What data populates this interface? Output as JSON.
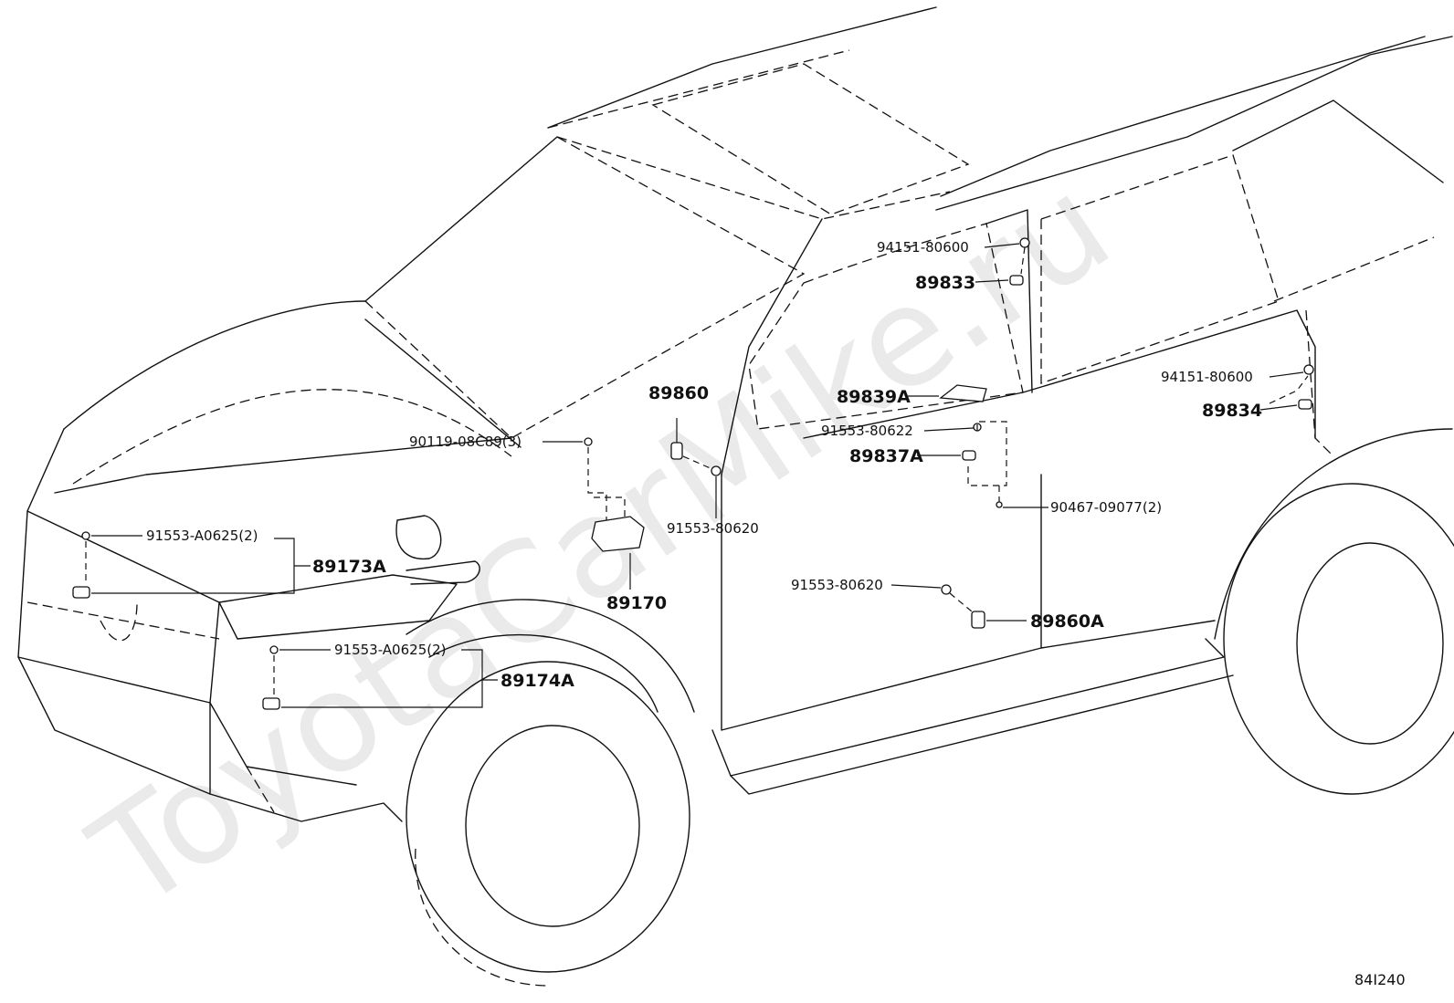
{
  "watermark": "ToyotaCarMike.ru",
  "diagram_code": "84I240",
  "labels": {
    "p94151_80600_a": "94151-80600",
    "p89833": "89833",
    "p94151_80600_b": "94151-80600",
    "p89834": "89834",
    "p89839A": "89839A",
    "p91553_80622": "91553-80622",
    "p89837A": "89837A",
    "p90467_09077": "90467-09077(2)",
    "p89860": "89860",
    "p90119_08C89": "90119-08C89(3)",
    "p91553_80620_a": "91553-80620",
    "p89170": "89170",
    "p91553_A0625_a": "91553-A0625(2)",
    "p89173A": "89173A",
    "p91553_A0625_b": "91553-A0625(2)",
    "p89174A": "89174A",
    "p91553_80620_b": "91553-80620",
    "p89860A": "89860A"
  }
}
